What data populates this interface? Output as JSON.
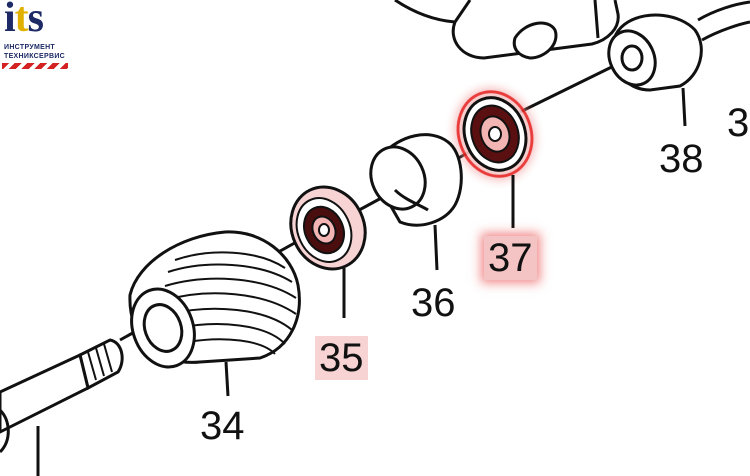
{
  "logo": {
    "letters": "its",
    "line1": "ИНСТРУМЕНТ",
    "line2": "ТЕХНИКСЕРВИС",
    "primary_color": "#1d2a66",
    "accent_color": "#e2b100",
    "stripe_color": "#d42121"
  },
  "parts": {
    "p34": "34",
    "p35": "35",
    "p36": "36",
    "p37": "37",
    "p38": "38",
    "p3x": "3"
  },
  "highlight": {
    "soft_color": "#f7d3d3",
    "strong_glow_color": "#e82828"
  }
}
